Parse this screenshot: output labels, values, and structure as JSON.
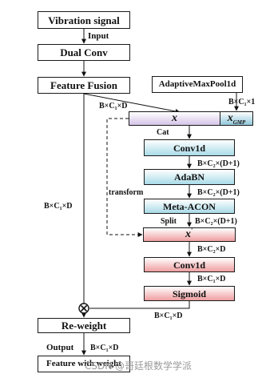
{
  "blocks": {
    "vibration_signal": "Vibration signal",
    "dual_conv": "Dual Conv",
    "feature_fusion": "Feature Fusion",
    "adaptive_max_pool": "AdaptiveMaxPool1d",
    "x_symbol": "x",
    "x_gmp_symbol": "x",
    "gmp_subscript": "GMP",
    "conv1d_top": "Conv1d",
    "adabn": "AdaBN",
    "meta_acon": "Meta-ACON",
    "x_prime_symbol": "x",
    "prime_mark": "′",
    "conv1d_bottom": "Conv1d",
    "sigmoid": "Sigmoid",
    "reweight": "Re-weight",
    "feature_with_weight": "Feature with weight"
  },
  "labels": {
    "input": "Input",
    "output": "Output",
    "cat": "Cat",
    "transform": "transform",
    "split": "Split",
    "dim_bc1d_top": "B×C₁×D",
    "dim_bc1_1": "B×C₁×1",
    "dim_bc2_d1_a": "B×C₂×(D+1)",
    "dim_bc2_d1_b": "B×C₂×(D+1)",
    "dim_bc2_d1_c": "B×C₂×(D+1)",
    "dim_bc2d": "B×C₂×D",
    "dim_bc1d_sigmoid_in": "B×C₁×D",
    "dim_bc1d_left": "B×C₁×D",
    "dim_bc1d_reweight": "B×C₁×D",
    "dim_bc1d_output": "B×C₁×D",
    "multiply_symbol": "x"
  },
  "watermark": "CSDN @哥廷根数学学派"
}
